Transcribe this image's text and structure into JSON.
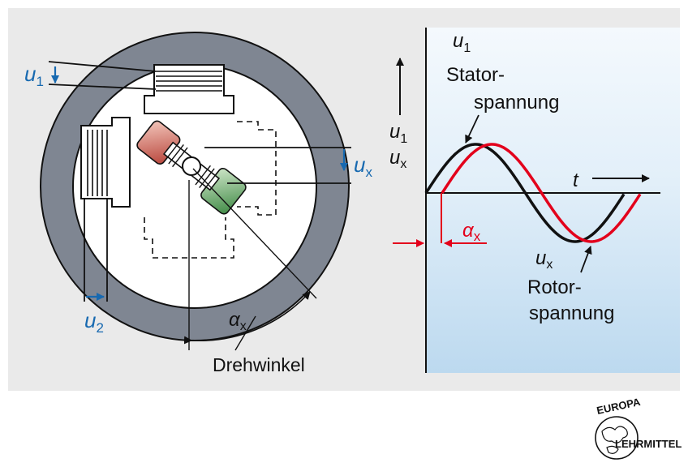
{
  "colors": {
    "panel": "#eaeaea",
    "ring": "#7f8692",
    "blue_label": "#1769b0",
    "red_curve": "#e3001b",
    "black_curve": "#111111",
    "graph_bg_top": "#f4f9fd",
    "graph_bg_bottom": "#bcd9ef",
    "rotor_red": "#cf5a4a",
    "rotor_green": "#4f9a55"
  },
  "machine": {
    "label_u1": "u",
    "label_u1_sub": "1",
    "label_u2": "u",
    "label_u2_sub": "2",
    "label_ux": "u",
    "label_ux_sub": "x",
    "angle_label": "α",
    "angle_label_sub": "x",
    "angle_caption": "Drehwinkel"
  },
  "graph": {
    "y_axis_label_1": "u",
    "y_axis_label_1_sub": "1",
    "y_axis_label_2": "u",
    "y_axis_label_2_sub": "x",
    "t_label": "t",
    "stator_symbol": "u",
    "stator_symbol_sub": "1",
    "stator_line1": "Stator-",
    "stator_line2": "spannung",
    "rotor_symbol": "u",
    "rotor_symbol_sub": "x",
    "rotor_line1": "Rotor-",
    "rotor_line2": "spannung",
    "phase_label": "α",
    "phase_label_sub": "x"
  },
  "logo": {
    "top_text": "EUROPA",
    "side_text": "LEHRMITTEL"
  }
}
